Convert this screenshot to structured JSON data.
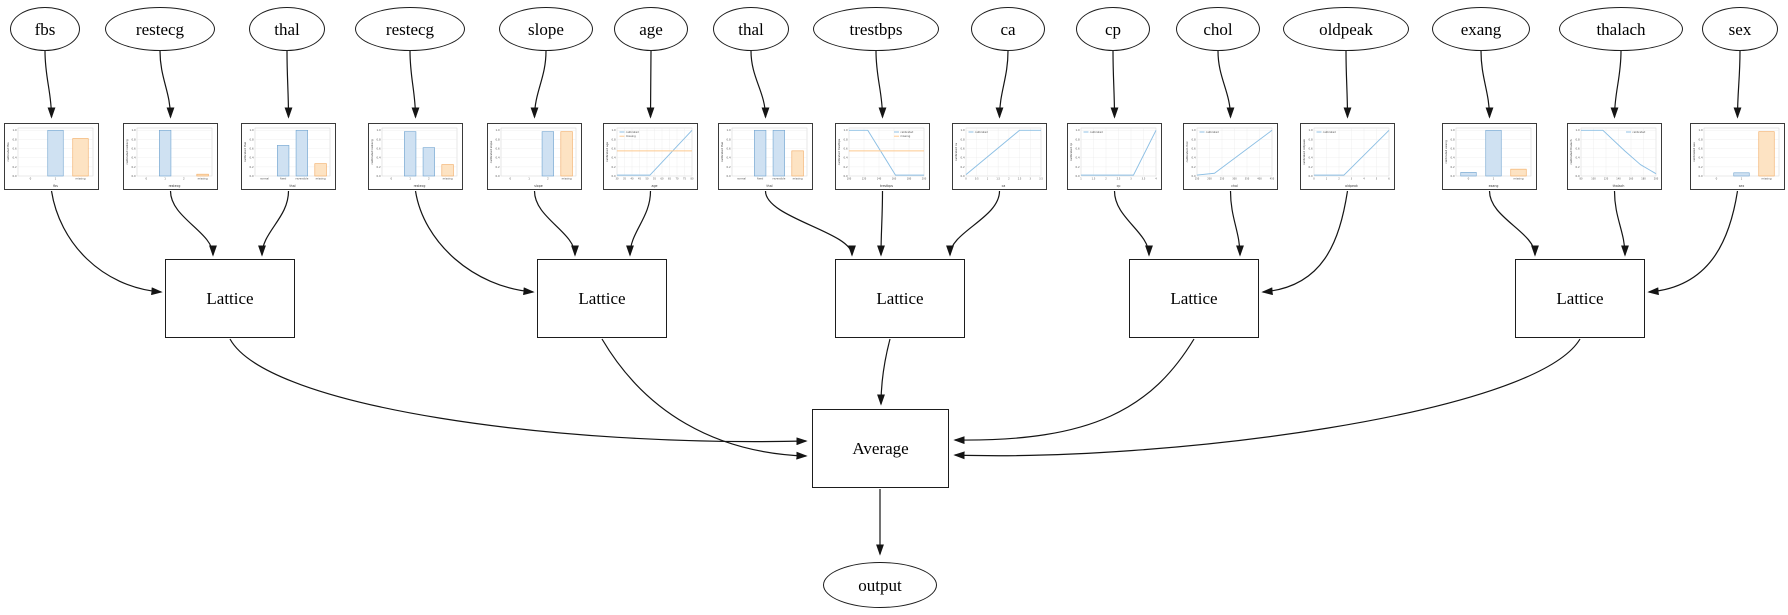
{
  "diagram": {
    "lattice_label": "Lattice",
    "average_label": "Average",
    "output_label": "output"
  },
  "colors": {
    "edge": "#141414",
    "bar_blue_fill": "#cfe1f2",
    "bar_blue_stroke": "#6fa3cf",
    "bar_orange_fill": "#fde3c3",
    "bar_orange_stroke": "#f2a95f",
    "line_blue": "#8cbfe4",
    "line_orange": "#fdc98f",
    "grid": "#ebebeb",
    "plot_border": "#c9c9c9",
    "tick_text": "#555555",
    "axis_text": "#333333"
  },
  "features": [
    {
      "id": "fbs",
      "label": "fbs",
      "lattice": 1,
      "chart": {
        "type": "bar",
        "xlabel": "fbs",
        "ylabel": "calibrated fbs",
        "yticks": [
          "0.0",
          "0.2",
          "0.4",
          "0.6",
          "0.8",
          "1.0"
        ],
        "categories": [
          "0",
          "1",
          "missing"
        ],
        "values": [
          0,
          1.0,
          0.82
        ],
        "missing_category": "missing"
      }
    },
    {
      "id": "restecg",
      "label": "restecg",
      "lattice": 1,
      "chart": {
        "type": "bar",
        "xlabel": "restecg",
        "ylabel": "calibrated restecg",
        "yticks": [
          "0.0",
          "0.2",
          "0.4",
          "0.6",
          "0.8",
          "1.0"
        ],
        "categories": [
          "0",
          "1",
          "2",
          "missing"
        ],
        "values": [
          0,
          1.0,
          0,
          0.04
        ],
        "missing_category": "missing"
      }
    },
    {
      "id": "thal",
      "label": "thal",
      "lattice": 1,
      "chart": {
        "type": "bar",
        "xlabel": "thal",
        "ylabel": "calibrated thal",
        "yticks": [
          "0.0",
          "0.2",
          "0.4",
          "0.6",
          "0.8",
          "1.0"
        ],
        "categories": [
          "normal",
          "fixed",
          "reversible",
          "missing"
        ],
        "values": [
          0,
          0.67,
          1.0,
          0.27
        ],
        "missing_category": "missing"
      }
    },
    {
      "id": "restecg2",
      "label": "restecg",
      "lattice": 2,
      "chart": {
        "type": "bar",
        "xlabel": "restecg",
        "ylabel": "calibrated restecg",
        "yticks": [
          "0.0",
          "0.2",
          "0.4",
          "0.6",
          "0.8",
          "1.0"
        ],
        "categories": [
          "0",
          "1",
          "2",
          "missing"
        ],
        "values": [
          0,
          0.97,
          0.62,
          0.25
        ],
        "missing_category": "missing"
      }
    },
    {
      "id": "slope",
      "label": "slope",
      "lattice": 2,
      "chart": {
        "type": "bar",
        "xlabel": "slope",
        "ylabel": "calibrated slope",
        "yticks": [
          "0.0",
          "0.2",
          "0.4",
          "0.6",
          "0.8",
          "1.0"
        ],
        "categories": [
          "0",
          "1",
          "2",
          "missing"
        ],
        "values": [
          0,
          0,
          0.97,
          0.97
        ],
        "missing_category": "missing"
      }
    },
    {
      "id": "age",
      "label": "age",
      "lattice": 2,
      "chart": {
        "type": "line",
        "xlabel": "age",
        "ylabel": "calibrated age",
        "yticks": [
          "0.0",
          "0.2",
          "0.4",
          "0.6",
          "0.8",
          "1.0"
        ],
        "xlim": [
          30,
          80
        ],
        "xticks": [
          30,
          35,
          40,
          45,
          50,
          55,
          60,
          65,
          70,
          75,
          80
        ],
        "series": [
          {
            "name": "calibrated",
            "color": "blue",
            "points": [
              [
                30,
                0.02
              ],
              [
                52,
                0.02
              ],
              [
                80,
                1.0
              ]
            ]
          },
          {
            "name": "missing",
            "color": "orange",
            "points": [
              [
                30,
                0.55
              ],
              [
                80,
                0.55
              ]
            ]
          }
        ],
        "legend": {
          "position": "nw",
          "entries": [
            "calibrated",
            "missing"
          ]
        }
      }
    },
    {
      "id": "thal2",
      "label": "thal",
      "lattice": 3,
      "chart": {
        "type": "bar",
        "xlabel": "thal",
        "ylabel": "calibrated thal",
        "yticks": [
          "0.0",
          "0.2",
          "0.4",
          "0.6",
          "0.8",
          "1.0"
        ],
        "categories": [
          "normal",
          "fixed",
          "reversible",
          "missing"
        ],
        "values": [
          0,
          1.0,
          1.0,
          0.55
        ],
        "missing_category": "missing"
      }
    },
    {
      "id": "trestbps",
      "label": "trestbps",
      "lattice": 3,
      "chart": {
        "type": "line",
        "xlabel": "trestbps",
        "ylabel": "calibrated trestbps",
        "yticks": [
          "0.0",
          "0.2",
          "0.4",
          "0.6",
          "0.8",
          "1.0"
        ],
        "xlim": [
          100,
          200
        ],
        "xticks": [
          100,
          120,
          140,
          160,
          180,
          200
        ],
        "series": [
          {
            "name": "calibrated",
            "color": "blue",
            "points": [
              [
                100,
                1.0
              ],
              [
                125,
                1.0
              ],
              [
                162,
                0.02
              ],
              [
                200,
                0.02
              ]
            ]
          },
          {
            "name": "missing",
            "color": "orange",
            "points": [
              [
                100,
                0.55
              ],
              [
                200,
                0.55
              ]
            ]
          }
        ],
        "legend": {
          "position": "ne",
          "entries": [
            "calibrated",
            "missing"
          ]
        }
      }
    },
    {
      "id": "ca",
      "label": "ca",
      "lattice": 3,
      "chart": {
        "type": "line",
        "xlabel": "ca",
        "ylabel": "calibrated ca",
        "yticks": [
          "0.0",
          "0.2",
          "0.4",
          "0.6",
          "0.8",
          "1.0"
        ],
        "xlim": [
          0,
          3.5
        ],
        "xticks": [
          0,
          0.5,
          1,
          1.5,
          2,
          2.5,
          3,
          3.5
        ],
        "series": [
          {
            "name": "calibrated",
            "color": "blue",
            "points": [
              [
                0,
                0.03
              ],
              [
                2.5,
                1.0
              ],
              [
                3.5,
                1.0
              ]
            ]
          }
        ],
        "legend": {
          "position": "nw",
          "entries": [
            "calibrated"
          ]
        }
      }
    },
    {
      "id": "cp",
      "label": "cp",
      "lattice": 4,
      "chart": {
        "type": "line",
        "xlabel": "cp",
        "ylabel": "calibrated cp",
        "yticks": [
          "0.0",
          "0.2",
          "0.4",
          "0.6",
          "0.8",
          "1.0"
        ],
        "xlim": [
          1,
          4
        ],
        "xticks": [
          1,
          1.5,
          2,
          2.5,
          3,
          3.5,
          4
        ],
        "series": [
          {
            "name": "calibrated",
            "color": "blue",
            "points": [
              [
                1,
                0.02
              ],
              [
                3.1,
                0.02
              ],
              [
                4,
                1.0
              ]
            ]
          }
        ],
        "legend": {
          "position": "nw",
          "entries": [
            "calibrated"
          ]
        }
      }
    },
    {
      "id": "chol",
      "label": "chol",
      "lattice": 4,
      "chart": {
        "type": "line",
        "xlabel": "chol",
        "ylabel": "calibrated chol",
        "yticks": [
          "0.0",
          "0.2",
          "0.4",
          "0.6",
          "0.8",
          "1.0"
        ],
        "xlim": [
          150,
          450
        ],
        "xticks": [
          150,
          200,
          250,
          300,
          350,
          400,
          450
        ],
        "series": [
          {
            "name": "calibrated",
            "color": "blue",
            "points": [
              [
                150,
                0.02
              ],
              [
                220,
                0.06
              ],
              [
                450,
                1.0
              ]
            ]
          }
        ],
        "legend": {
          "position": "nw",
          "entries": [
            "calibrated"
          ]
        }
      }
    },
    {
      "id": "oldpeak",
      "label": "oldpeak",
      "lattice": 4,
      "chart": {
        "type": "line",
        "xlabel": "oldpeak",
        "ylabel": "calibrated oldpeak",
        "yticks": [
          "0.0",
          "0.2",
          "0.4",
          "0.6",
          "0.8",
          "1.0"
        ],
        "xlim": [
          0,
          6
        ],
        "xticks": [
          0,
          1,
          2,
          3,
          4,
          5,
          6
        ],
        "series": [
          {
            "name": "calibrated",
            "color": "blue",
            "points": [
              [
                0,
                0.02
              ],
              [
                2.4,
                0.02
              ],
              [
                6,
                1.0
              ]
            ]
          }
        ],
        "legend": {
          "position": "nw",
          "entries": [
            "calibrated"
          ]
        }
      }
    },
    {
      "id": "exang",
      "label": "exang",
      "lattice": 5,
      "chart": {
        "type": "bar",
        "xlabel": "exang",
        "ylabel": "calibrated exang",
        "yticks": [
          "0.0",
          "0.2",
          "0.4",
          "0.6",
          "0.8",
          "1.0"
        ],
        "categories": [
          "0",
          "1",
          "missing"
        ],
        "values": [
          0.08,
          1.0,
          0.15
        ],
        "missing_category": "missing"
      }
    },
    {
      "id": "thalach",
      "label": "thalach",
      "lattice": 5,
      "chart": {
        "type": "line",
        "xlabel": "thalach",
        "ylabel": "calibrated thalach",
        "yticks": [
          "0.0",
          "0.2",
          "0.4",
          "0.6",
          "0.8",
          "1.0"
        ],
        "xlim": [
          80,
          200
        ],
        "xticks": [
          80,
          100,
          120,
          140,
          160,
          180,
          200
        ],
        "series": [
          {
            "name": "calibrated",
            "color": "blue",
            "points": [
              [
                80,
                1.0
              ],
              [
                115,
                1.0
              ],
              [
                150,
                0.55
              ],
              [
                175,
                0.25
              ],
              [
                200,
                0.05
              ]
            ]
          }
        ],
        "legend": {
          "position": "ne",
          "entries": [
            "calibrated"
          ]
        }
      }
    },
    {
      "id": "sex",
      "label": "sex",
      "lattice": 5,
      "chart": {
        "type": "bar",
        "xlabel": "sex",
        "ylabel": "calibrated sex",
        "yticks": [
          "0.0",
          "0.2",
          "0.4",
          "0.6",
          "0.8",
          "1.0"
        ],
        "categories": [
          "0",
          "1",
          "missing"
        ],
        "values": [
          0,
          0.07,
          0.97
        ],
        "missing_category": "missing"
      }
    }
  ]
}
